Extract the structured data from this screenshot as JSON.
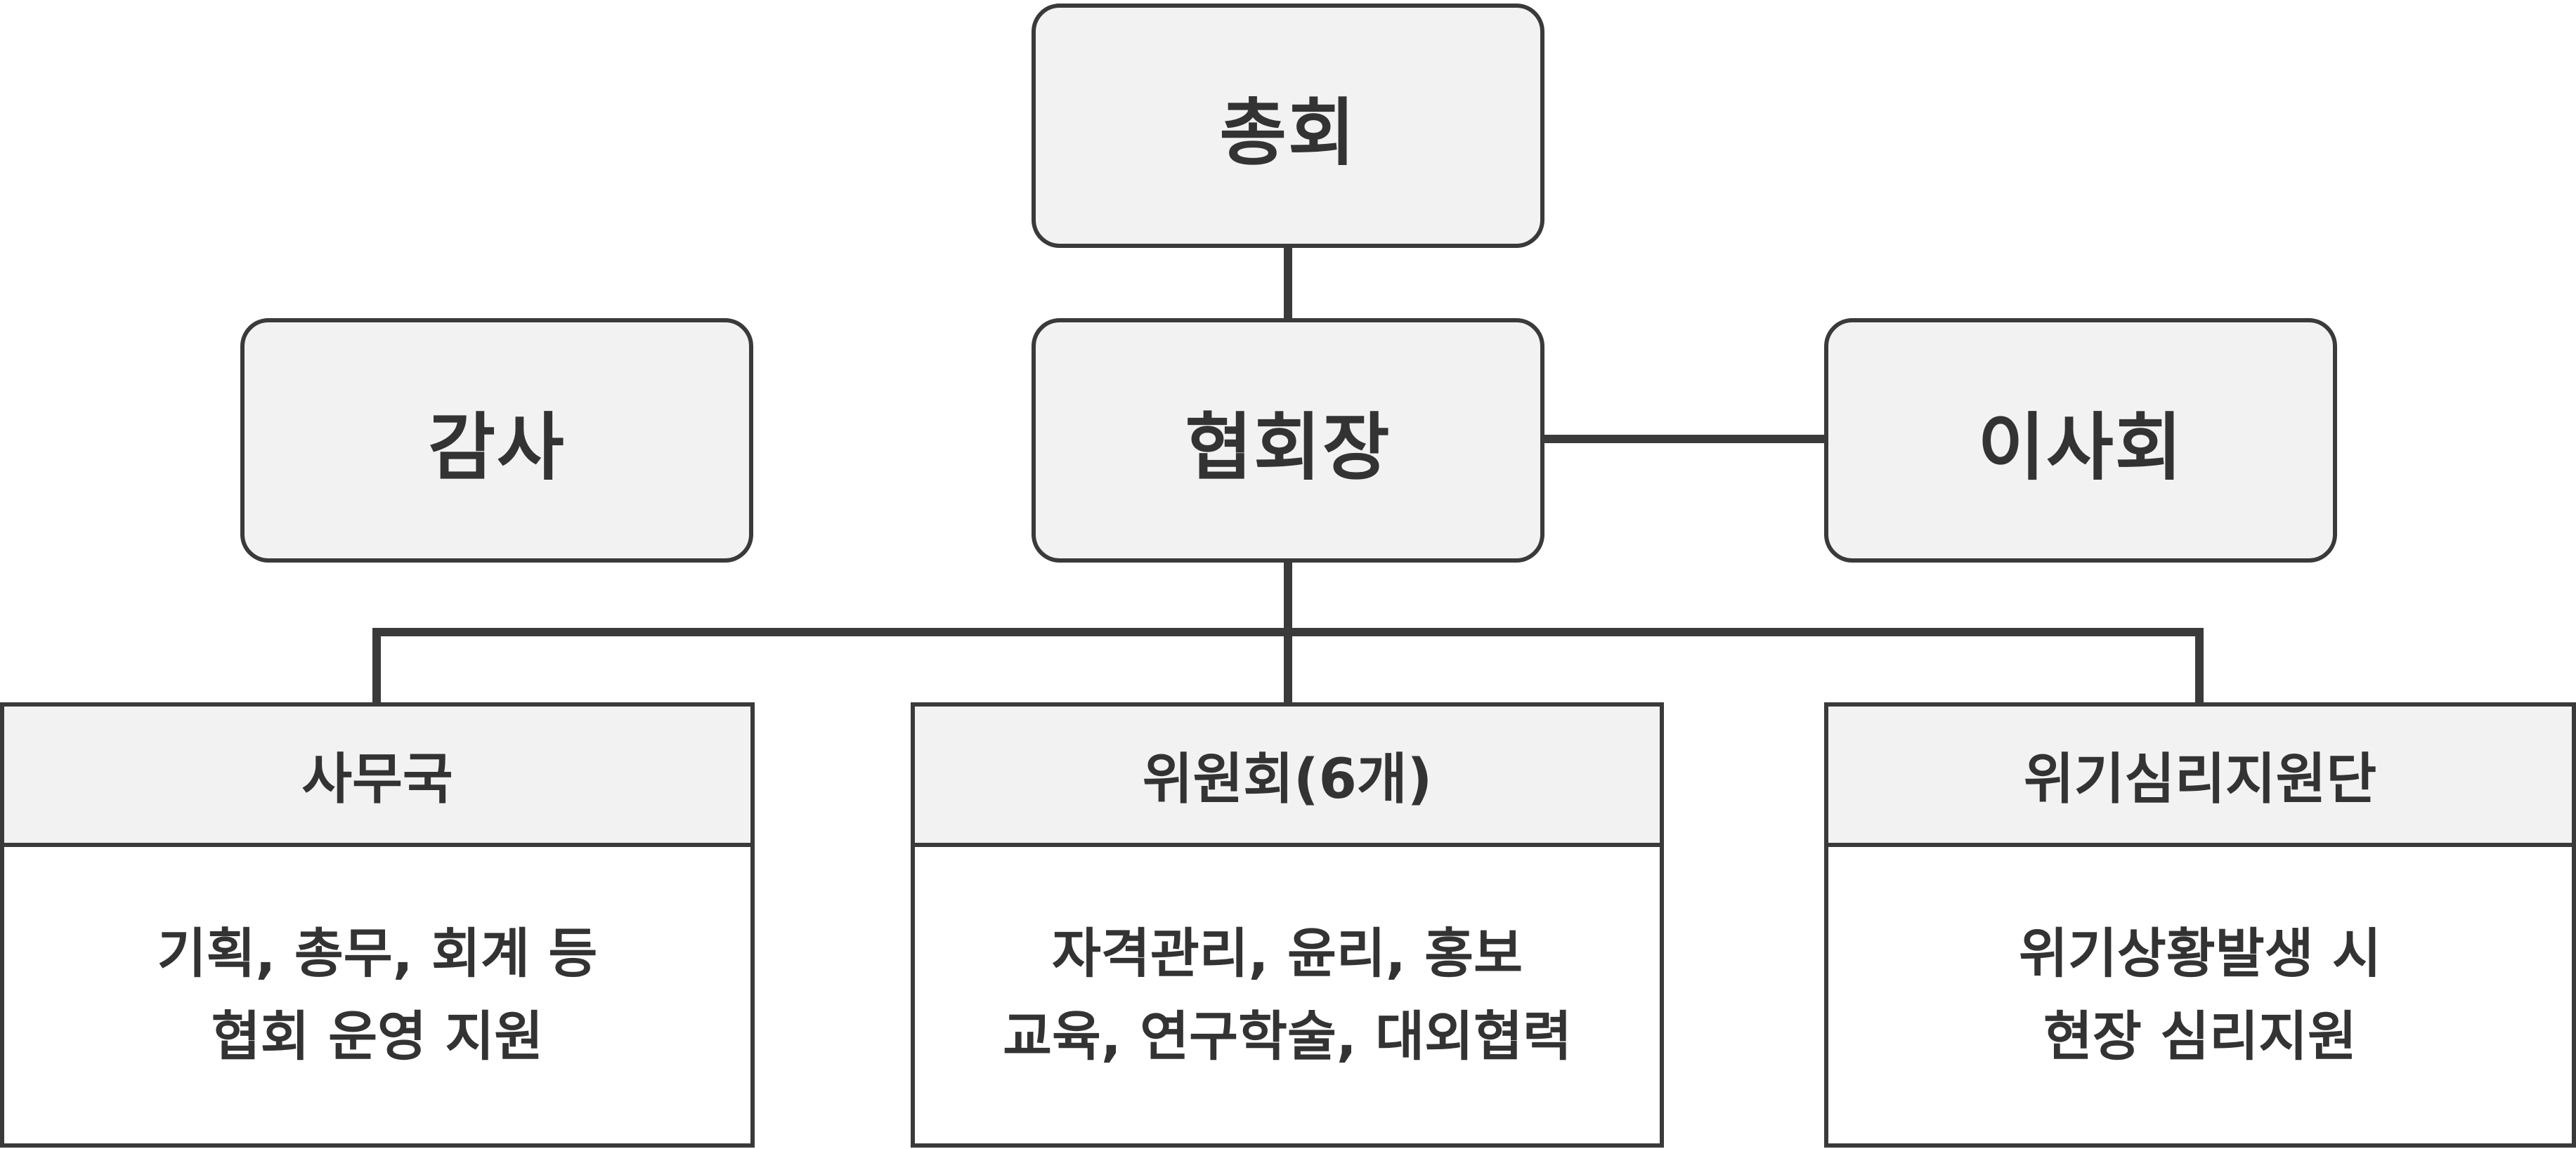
{
  "top": {
    "label": "총회"
  },
  "middle": {
    "audit": {
      "label": "감사"
    },
    "president": {
      "label": "협회장"
    },
    "board": {
      "label": "이사회"
    }
  },
  "departments": [
    {
      "title": "사무국",
      "lines": [
        "기획, 총무, 회계 등",
        "협회 운영 지원"
      ]
    },
    {
      "title": "위원회(6개)",
      "lines": [
        "자격관리, 윤리, 홍보",
        "교육, 연구학술, 대외협력"
      ]
    },
    {
      "title": "위기심리지원단",
      "lines": [
        "위기상황발생 시",
        "현장 심리지원"
      ]
    }
  ],
  "colors": {
    "line": "#3a3a3a",
    "box_fill": "#f2f2f2",
    "text": "#333333"
  }
}
